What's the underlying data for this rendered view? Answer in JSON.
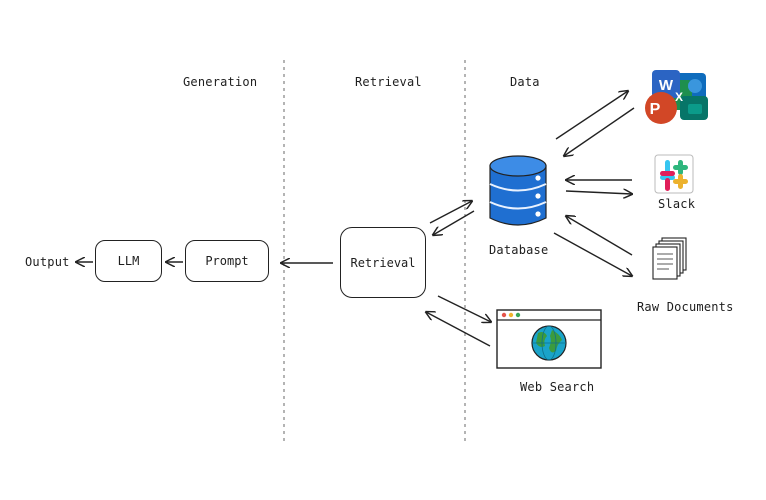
{
  "sections": {
    "generation": "Generation",
    "retrieval": "Retrieval",
    "data": "Data"
  },
  "nodes": {
    "output": "Output",
    "llm": "LLM",
    "prompt": "Prompt",
    "retrieval": "Retrieval",
    "database": "Database",
    "web_search": "Web Search",
    "slack": "Slack",
    "raw_documents": "Raw Documents"
  },
  "icons": {
    "office_apps": "office-apps-icon",
    "slack": "slack-logo-icon",
    "documents": "documents-stack-icon",
    "database": "database-cylinder-icon",
    "browser": "browser-window-icon",
    "globe": "globe-icon"
  },
  "colors": {
    "database": "#1f6fd1",
    "globe": "#1aa3c9",
    "word": "#2b64c3",
    "excel": "#1e8f4e",
    "powerpoint": "#d24726",
    "outlook": "#0f6cbd",
    "publisher": "#077568"
  }
}
